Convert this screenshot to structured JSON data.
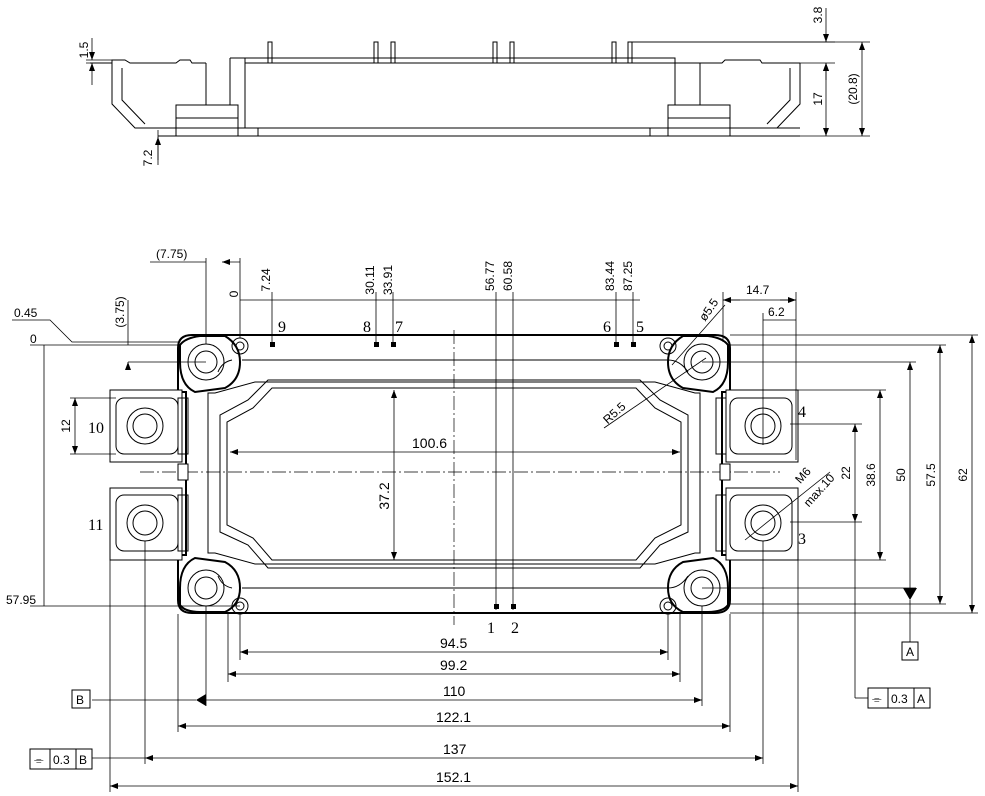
{
  "dimensions": {
    "side_view": {
      "d_1_5": "1.5",
      "d_7_2": "7.2",
      "d_3_8": "3.8",
      "d_17": "17",
      "d_20_8": "(20.8)"
    },
    "top_row": {
      "d_7_75": "(7.75)",
      "d_0_top": "0",
      "d_7_24": "7.24",
      "d_30_11": "30.11",
      "d_33_91": "33.91",
      "d_56_77": "56.77",
      "d_60_58": "60.58",
      "d_83_44": "83.44",
      "d_87_25": "87.25",
      "d_14_7": "14.7",
      "d_6_2": "6.2"
    },
    "left": {
      "d_0_45": "0.45",
      "d_0_left": "0",
      "d_3_75": "(3.75)",
      "d_12": "12",
      "d_57_95": "57.95"
    },
    "interior": {
      "d_100_6": "100.6",
      "d_37_2": "37.2",
      "d_phi_5_5": "ø5.5",
      "d_r_5_5": "R5.5",
      "d_m6": "M6",
      "d_max10": "max.10"
    },
    "right": {
      "d_22": "22",
      "d_38_6": "38.6",
      "d_50": "50",
      "d_57_5": "57.5",
      "d_62": "62"
    },
    "bottom": {
      "d_94_5": "94.5",
      "d_99_2": "99.2",
      "d_110": "110",
      "d_122_1": "122.1",
      "d_137": "137",
      "d_152_1": "152.1"
    }
  },
  "pins": {
    "p1": "1",
    "p2": "2",
    "p3": "3",
    "p4": "4",
    "p5": "5",
    "p6": "6",
    "p7": "7",
    "p8": "8",
    "p9": "9",
    "p10": "10",
    "p11": "11"
  },
  "datums": {
    "a": "A",
    "b": "B"
  },
  "tolerances": {
    "right": {
      "symbol": "⌯",
      "value": "0.3",
      "ref": "A"
    },
    "left": {
      "symbol": "⌯",
      "value": "0.3",
      "ref": "B"
    }
  }
}
